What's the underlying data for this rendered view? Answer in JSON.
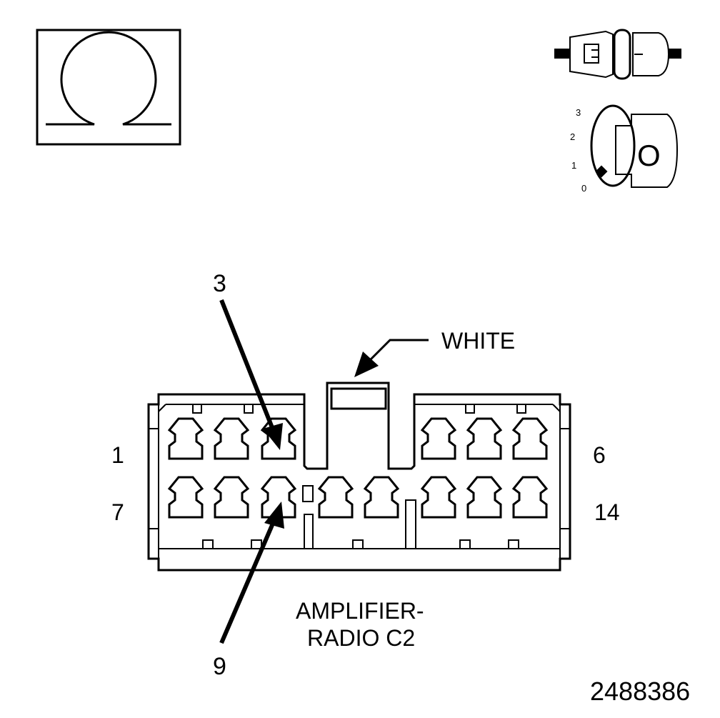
{
  "figure_id": "2488386",
  "ohm_symbol": "Ω",
  "ignition_positions": [
    "3",
    "2",
    "1",
    "0"
  ],
  "key_glyph": "O",
  "connector": {
    "title_line1": "AMPLIFIER-",
    "title_line2": "RADIO C2",
    "color_label": "WHITE",
    "pin_row1_start": "1",
    "pin_row1_end": "6",
    "pin_row2_start": "7",
    "pin_row2_end": "14",
    "callout_top": "3",
    "callout_bottom": "9"
  }
}
